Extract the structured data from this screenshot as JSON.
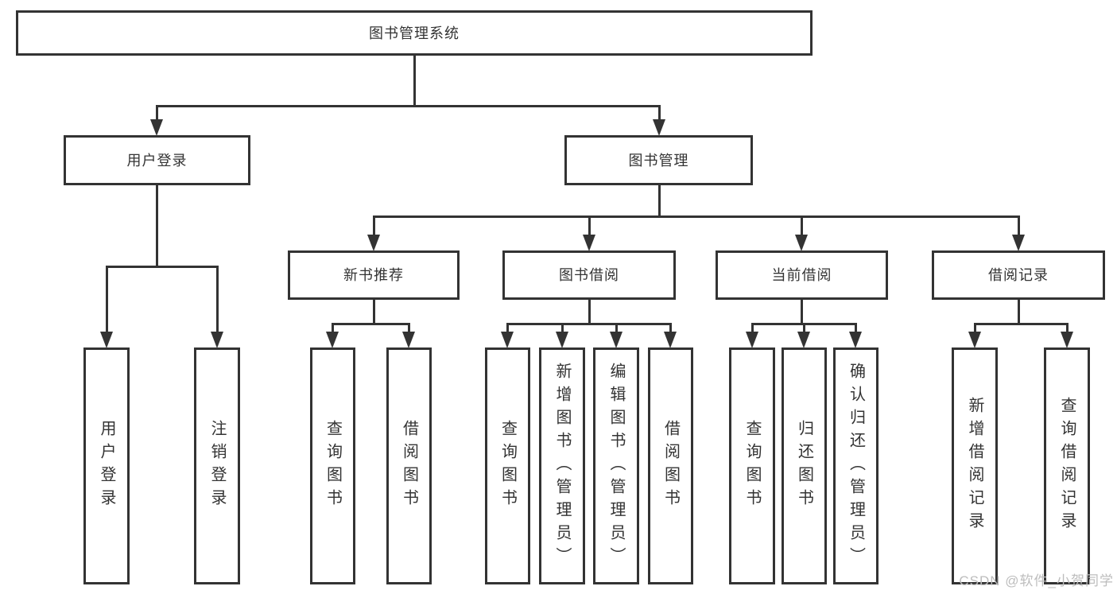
{
  "diagram": {
    "nodes": {
      "root": {
        "label": "图书管理系统"
      },
      "user-login": {
        "label": "用户登录"
      },
      "book-management": {
        "label": "图书管理"
      },
      "new-book-recommend": {
        "label": "新书推荐"
      },
      "book-borrow": {
        "label": "图书借阅"
      },
      "current-borrow": {
        "label": "当前借阅"
      },
      "borrow-records": {
        "label": "借阅记录"
      },
      "login": {
        "label": "用户登录"
      },
      "logout": {
        "label": "注销登录"
      },
      "nb-query-books": {
        "label": "查询图书"
      },
      "nb-borrow-books": {
        "label": "借阅图书"
      },
      "bb-query-books": {
        "label": "查询图书"
      },
      "bb-add-books-admin": {
        "label": "新增图书（管理员）"
      },
      "bb-edit-books-admin": {
        "label": "编辑图书（管理员）"
      },
      "bb-borrow-books": {
        "label": "借阅图书"
      },
      "cb-query-books": {
        "label": "查询图书"
      },
      "cb-return-books": {
        "label": "归还图书"
      },
      "cb-confirm-return-admin": {
        "label": "确认归还（管理员）"
      },
      "br-add-record": {
        "label": "新增借阅记录"
      },
      "br-query-record": {
        "label": "查询借阅记录"
      }
    },
    "hierarchy": {
      "root": [
        "user-login",
        "book-management"
      ],
      "user-login": [
        "login",
        "logout"
      ],
      "book-management": [
        "new-book-recommend",
        "book-borrow",
        "current-borrow",
        "borrow-records"
      ],
      "new-book-recommend": [
        "nb-query-books",
        "nb-borrow-books"
      ],
      "book-borrow": [
        "bb-query-books",
        "bb-add-books-admin",
        "bb-edit-books-admin",
        "bb-borrow-books"
      ],
      "current-borrow": [
        "cb-query-books",
        "cb-return-books",
        "cb-confirm-return-admin"
      ],
      "borrow-records": [
        "br-add-record",
        "br-query-record"
      ]
    },
    "watermark": {
      "text": "CSDN @软件_小贺同学"
    },
    "colors": {
      "line": "#333333",
      "text": "#333333",
      "watermark": "#bdbdbd",
      "background": "#ffffff"
    }
  }
}
